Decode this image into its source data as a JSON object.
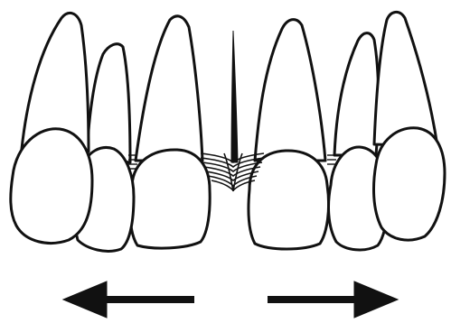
{
  "figure": {
    "teeth": [
      {
        "id": "tooth-1",
        "side": "left"
      },
      {
        "id": "tooth-2",
        "side": "left"
      },
      {
        "id": "tooth-3",
        "side": "left"
      },
      {
        "id": "tooth-4",
        "side": "right"
      },
      {
        "id": "tooth-5",
        "side": "right"
      },
      {
        "id": "tooth-6",
        "side": "right"
      }
    ],
    "arrows": [
      {
        "id": "arrow-left",
        "direction": "left"
      },
      {
        "id": "arrow-right",
        "direction": "right"
      }
    ],
    "colors": {
      "ink": "#111111",
      "background": "#ffffff"
    }
  }
}
